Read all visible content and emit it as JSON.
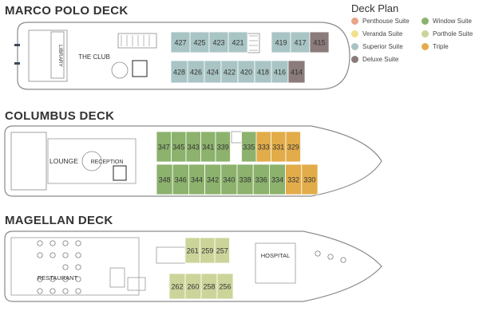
{
  "colors": {
    "penthouse": "#e8a58a",
    "veranda": "#f1e18c",
    "superior": "#a9c4c4",
    "deluxe": "#8b7b7b",
    "window": "#8cb26d",
    "porthole": "#cdd49a",
    "triple": "#e2ac4a",
    "outline": "#8a8a8a"
  },
  "legend": {
    "title": "Deck Plan",
    "items": [
      {
        "label": "Penthouse Suite",
        "color_key": "penthouse"
      },
      {
        "label": "Veranda Suite",
        "color_key": "veranda"
      },
      {
        "label": "Superior Suite",
        "color_key": "superior"
      },
      {
        "label": "Deluxe Suite",
        "color_key": "deluxe"
      },
      {
        "label": "Window Suite",
        "color_key": "window"
      },
      {
        "label": "Porthole Suite",
        "color_key": "porthole"
      },
      {
        "label": "Triple",
        "color_key": "triple"
      }
    ]
  },
  "decks": [
    {
      "name": "MARCO POLO DECK",
      "areas": [
        "LIBRARY",
        "THE CLUB"
      ],
      "cabins_top": [
        {
          "num": "427",
          "type": "superior"
        },
        {
          "num": "425",
          "type": "superior"
        },
        {
          "num": "423",
          "type": "superior"
        },
        {
          "num": "421",
          "type": "superior"
        },
        {
          "num": "419",
          "type": "superior"
        },
        {
          "num": "417",
          "type": "superior"
        },
        {
          "num": "415",
          "type": "deluxe"
        }
      ],
      "cabins_bottom": [
        {
          "num": "428",
          "type": "superior"
        },
        {
          "num": "426",
          "type": "superior"
        },
        {
          "num": "424",
          "type": "superior"
        },
        {
          "num": "422",
          "type": "superior"
        },
        {
          "num": "420",
          "type": "superior"
        },
        {
          "num": "418",
          "type": "superior"
        },
        {
          "num": "416",
          "type": "superior"
        },
        {
          "num": "414",
          "type": "deluxe"
        }
      ]
    },
    {
      "name": "COLUMBUS DECK",
      "areas": [
        "LOUNGE",
        "RECEPTION"
      ],
      "cabins_top": [
        {
          "num": "347",
          "type": "window"
        },
        {
          "num": "345",
          "type": "window"
        },
        {
          "num": "343",
          "type": "window"
        },
        {
          "num": "341",
          "type": "window"
        },
        {
          "num": "339",
          "type": "window"
        },
        {
          "num": "335",
          "type": "window"
        },
        {
          "num": "333",
          "type": "triple"
        },
        {
          "num": "331",
          "type": "triple"
        },
        {
          "num": "329",
          "type": "triple"
        }
      ],
      "cabins_bottom": [
        {
          "num": "348",
          "type": "window"
        },
        {
          "num": "346",
          "type": "window"
        },
        {
          "num": "344",
          "type": "window"
        },
        {
          "num": "342",
          "type": "window"
        },
        {
          "num": "340",
          "type": "window"
        },
        {
          "num": "338",
          "type": "window"
        },
        {
          "num": "336",
          "type": "window"
        },
        {
          "num": "334",
          "type": "window"
        },
        {
          "num": "332",
          "type": "triple"
        },
        {
          "num": "330",
          "type": "triple"
        }
      ]
    },
    {
      "name": "MAGELLAN DECK",
      "areas": [
        "RESTAURANT",
        "HOSPITAL"
      ],
      "cabins_top": [
        {
          "num": "261",
          "type": "porthole"
        },
        {
          "num": "259",
          "type": "porthole"
        },
        {
          "num": "257",
          "type": "porthole"
        }
      ],
      "cabins_bottom": [
        {
          "num": "262",
          "type": "porthole"
        },
        {
          "num": "260",
          "type": "porthole"
        },
        {
          "num": "258",
          "type": "porthole"
        },
        {
          "num": "256",
          "type": "porthole"
        }
      ]
    }
  ]
}
